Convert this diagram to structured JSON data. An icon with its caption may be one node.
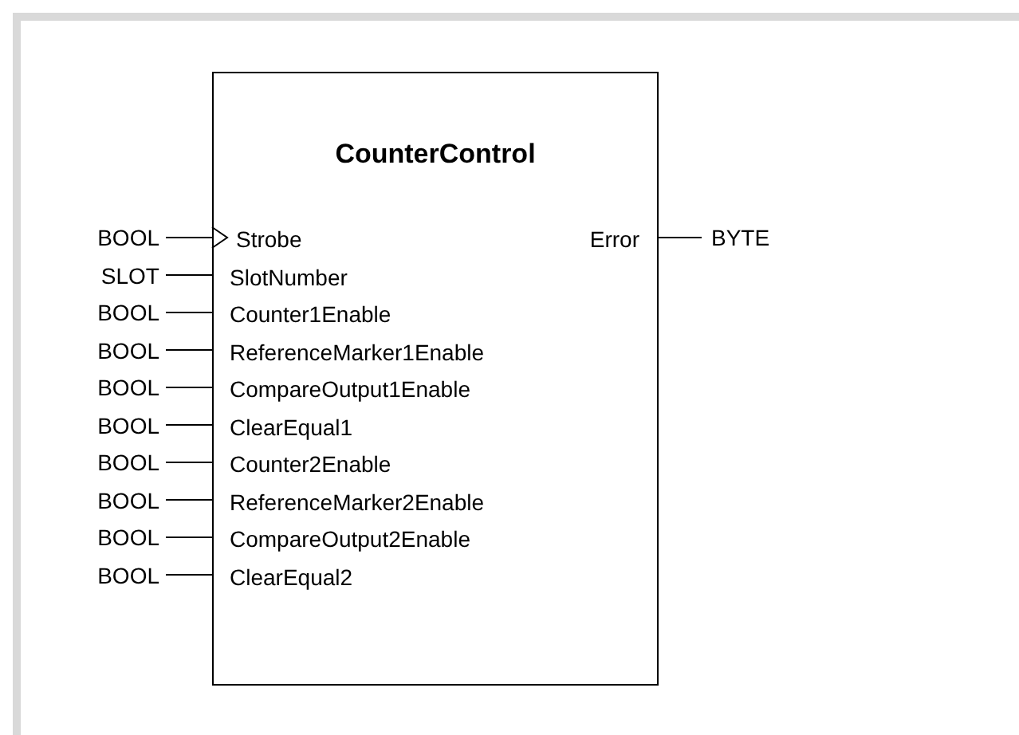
{
  "diagram": {
    "nodes": [
      {
        "text": [
          "CounterControl"
        ]
      },
      {
        "text": [
          "Strobe"
        ],
        "in": 0
      },
      {
        "text": [
          "SlotNumber"
        ],
        "in": 0
      },
      {
        "text": [
          "Counter1Enable"
        ],
        "in": 0
      },
      {
        "text": [
          "ReferenceMarker1Enable"
        ],
        "in": 0
      },
      {
        "text": [
          "CompareOutput1Enable"
        ],
        "in": 0
      },
      {
        "text": [
          "ClearEqual1"
        ],
        "in": 0
      },
      {
        "text": [
          "Counter2Enable"
        ],
        "in": 0
      },
      {
        "text": [
          "ReferenceMarker2Enable"
        ],
        "in": 0
      },
      {
        "text": [
          "CompareOutput2Enable"
        ],
        "in": 0
      },
      {
        "text": [
          "ClearEqual2"
        ],
        "in": 0
      },
      {
        "text": [
          "Error"
        ],
        "in": 0
      },
      {
        "text": [
          "BOOL"
        ]
      },
      {
        "text": [
          "SLOT"
        ]
      },
      {
        "text": [
          "BOOL"
        ]
      },
      {
        "text": [
          "BOOL"
        ]
      },
      {
        "text": [
          "BOOL"
        ]
      },
      {
        "text": [
          "BOOL"
        ]
      },
      {
        "text": [
          "BOOL"
        ]
      },
      {
        "text": [
          "BOOL"
        ]
      },
      {
        "text": [
          "BOOL"
        ]
      },
      {
        "text": [
          "BOOL"
        ]
      },
      {
        "text": [
          "BYTE"
        ]
      }
    ],
    "edges": [
      {
        "from": 12,
        "to": 1,
        "arrow": "to"
      },
      {
        "from": 13,
        "to": 2,
        "arrow": "none"
      },
      {
        "from": 14,
        "to": 3,
        "arrow": "none"
      },
      {
        "from": 15,
        "to": 4,
        "arrow": "none"
      },
      {
        "from": 16,
        "to": 5,
        "arrow": "none"
      },
      {
        "from": 17,
        "to": 6,
        "arrow": "none"
      },
      {
        "from": 18,
        "to": 7,
        "arrow": "none"
      },
      {
        "from": 19,
        "to": 8,
        "arrow": "none"
      },
      {
        "from": 20,
        "to": 9,
        "arrow": "none"
      },
      {
        "from": 21,
        "to": 10,
        "arrow": "none"
      },
      {
        "from": 11,
        "to": 22,
        "arrow": "none"
      }
    ]
  }
}
